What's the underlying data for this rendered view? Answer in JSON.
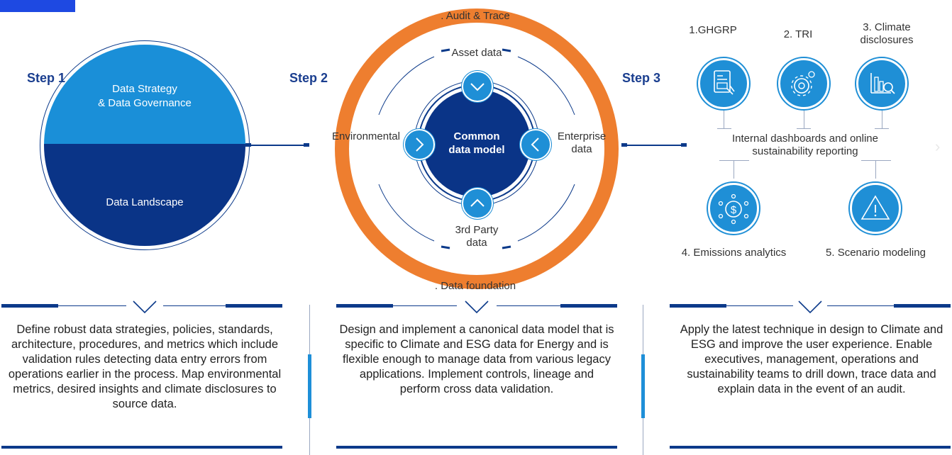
{
  "steps": [
    "Step 1",
    "Step 2",
    "Step 3"
  ],
  "step1": {
    "top_label": "Data Strategy\n& Data Governance",
    "bottom_label": "Data Landscape"
  },
  "step2": {
    "ring_top": ". Audit & Trace",
    "ring_bottom": ". Data foundation",
    "center": "Common\ndata model",
    "top": "Asset data",
    "left": "Environmental",
    "right": "Enterprise\ndata",
    "bottom": "3rd Party\ndata"
  },
  "step3": {
    "labels": [
      "1.GHGRP",
      "2. TRI",
      "3. Climate\ndisclosures",
      "4. Emissions analytics",
      "5. Scenario modeling"
    ],
    "hub": "Internal dashboards and online\nsustainability reporting",
    "icons": [
      "report-icon",
      "gear-icon",
      "chart-search-icon",
      "dollar-network-icon",
      "warning-icon"
    ]
  },
  "descriptions": [
    "Define robust data strategies, policies, standards, architecture, procedures, and metrics which include validation rules detecting data entry errors from operations earlier in the process. Map environmental metrics, desired insights and climate disclosures to source data.",
    "Design and implement a canonical data model that is specific to Climate and ESG data for Energy and is flexible enough to manage data from various legacy applications. Implement controls, lineage and perform cross data validation.",
    "Apply the latest technique in design to Climate and ESG and improve the user experience. Enable executives, management, operations and sustainability teams to drill down, trace data and explain data in the event of an audit."
  ],
  "colors": {
    "navy": "#0c3a8a",
    "light_blue": "#1a8fd8",
    "orange": "#ee7e2f",
    "dark_blue": "#0a3487"
  }
}
